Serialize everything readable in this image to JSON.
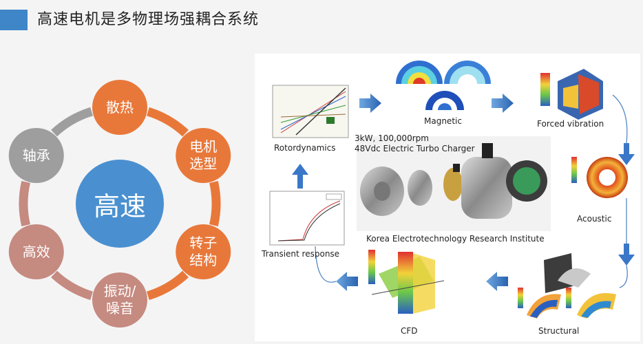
{
  "title": "高速电机是多物理场强耦合系统",
  "center": {
    "label": "高速",
    "color": "#4a90d0"
  },
  "nodes": [
    {
      "id": "heat",
      "label": "散热",
      "color": "#e8783a"
    },
    {
      "id": "motor-type",
      "label": "电机\n选型",
      "color": "#e8783a"
    },
    {
      "id": "rotor",
      "label": "转子\n结构",
      "color": "#e8783a"
    },
    {
      "id": "vibration",
      "label": "振动/\n噪音",
      "color": "#c58a80"
    },
    {
      "id": "efficiency",
      "label": "高效",
      "color": "#c58a80"
    },
    {
      "id": "bearing",
      "label": "轴承",
      "color": "#9e9e9e"
    }
  ],
  "diagram": {
    "captions": {
      "rotordynamics": "Rotordynamics",
      "magnetic": "Magnetic",
      "forced_vibration": "Forced vibration",
      "acoustic": "Acoustic",
      "structural": "Structural",
      "cfd": "CFD",
      "transient": "Transient response",
      "spec1": "3kW, 100,000rpm",
      "spec2": "48Vdc Electric Turbo Charger",
      "institute": "Korea Electrotechnology Research Institute"
    }
  }
}
